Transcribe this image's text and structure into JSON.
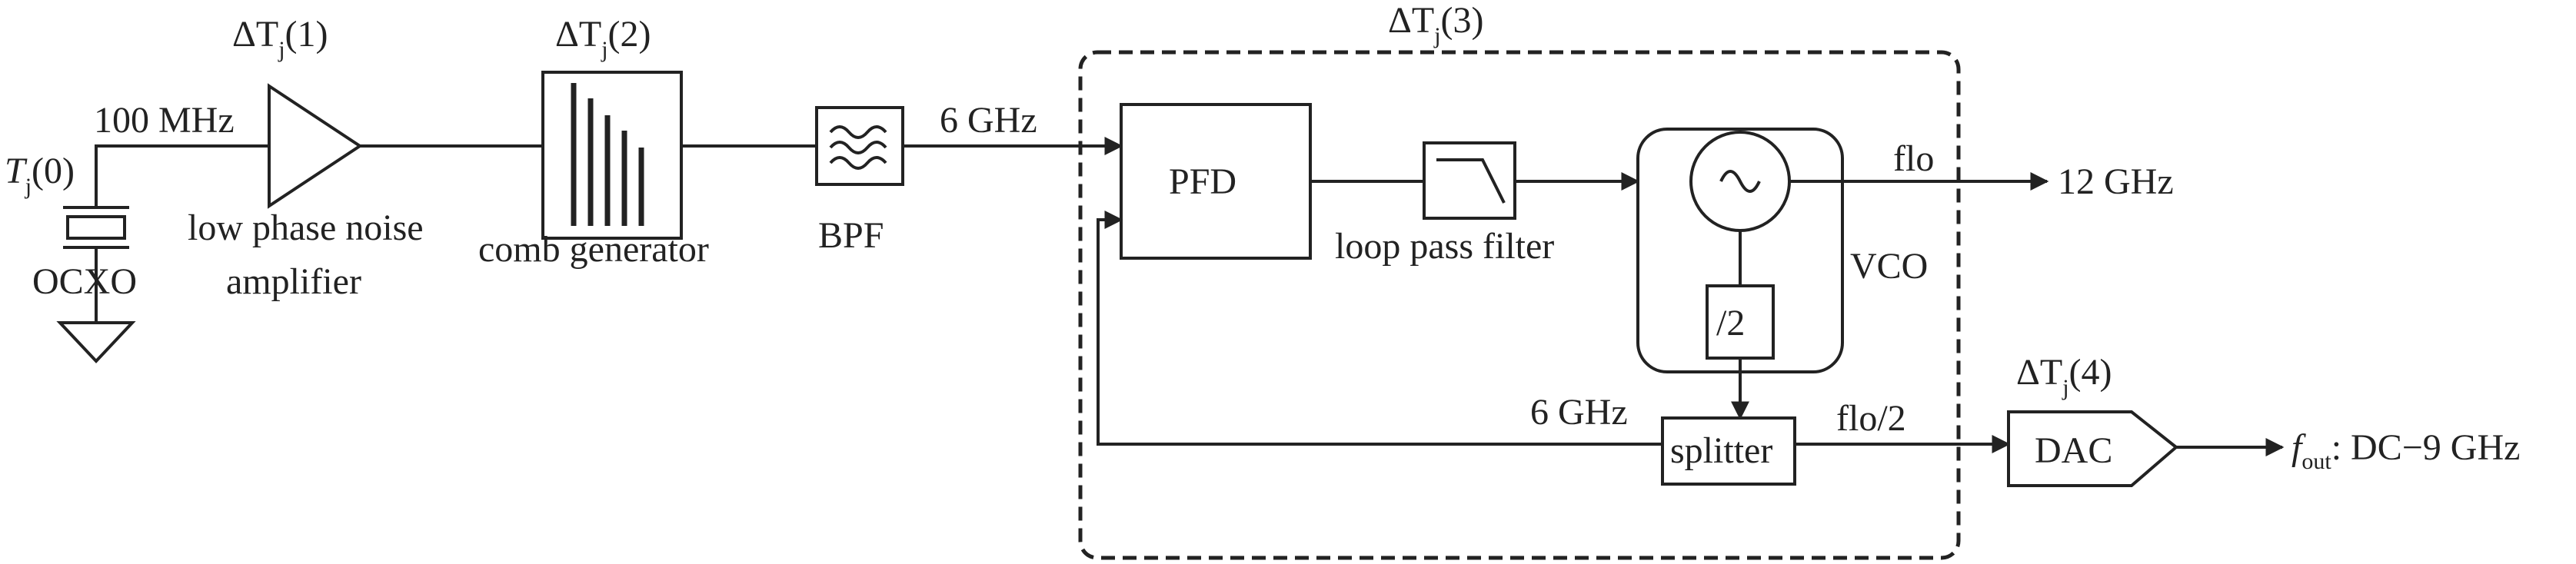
{
  "diagram": {
    "oscillator": {
      "var": "T",
      "sub": "j",
      "idx": "(0)",
      "freq": "100 MHz",
      "name": "OCXO"
    },
    "amplifier": {
      "delta": "ΔT",
      "sub": "j",
      "idx": "(1)",
      "line1": "low phase noise",
      "line2": "amplifier"
    },
    "comb": {
      "delta": "ΔT",
      "sub": "j",
      "idx": "(2)",
      "name": "comb generator"
    },
    "bpf": {
      "name": "BPF",
      "out_freq": "6 GHz"
    },
    "pll_region": {
      "delta": "ΔT",
      "sub": "j",
      "idx": "(3)"
    },
    "pfd": {
      "name": "PFD"
    },
    "loop_filter": {
      "name": "loop pass filter"
    },
    "vco": {
      "name": "VCO",
      "out_label": "flo",
      "out_freq": "12 GHz",
      "divider": "/2"
    },
    "splitter": {
      "name": "splitter",
      "feedback_freq": "6 GHz",
      "out_label": "flo/2"
    },
    "dac": {
      "delta": "ΔT",
      "sub": "j",
      "idx": "(4)",
      "name": "DAC",
      "out_var": "f",
      "out_sub": "out",
      "out_range": ": DC−9 GHz"
    }
  }
}
